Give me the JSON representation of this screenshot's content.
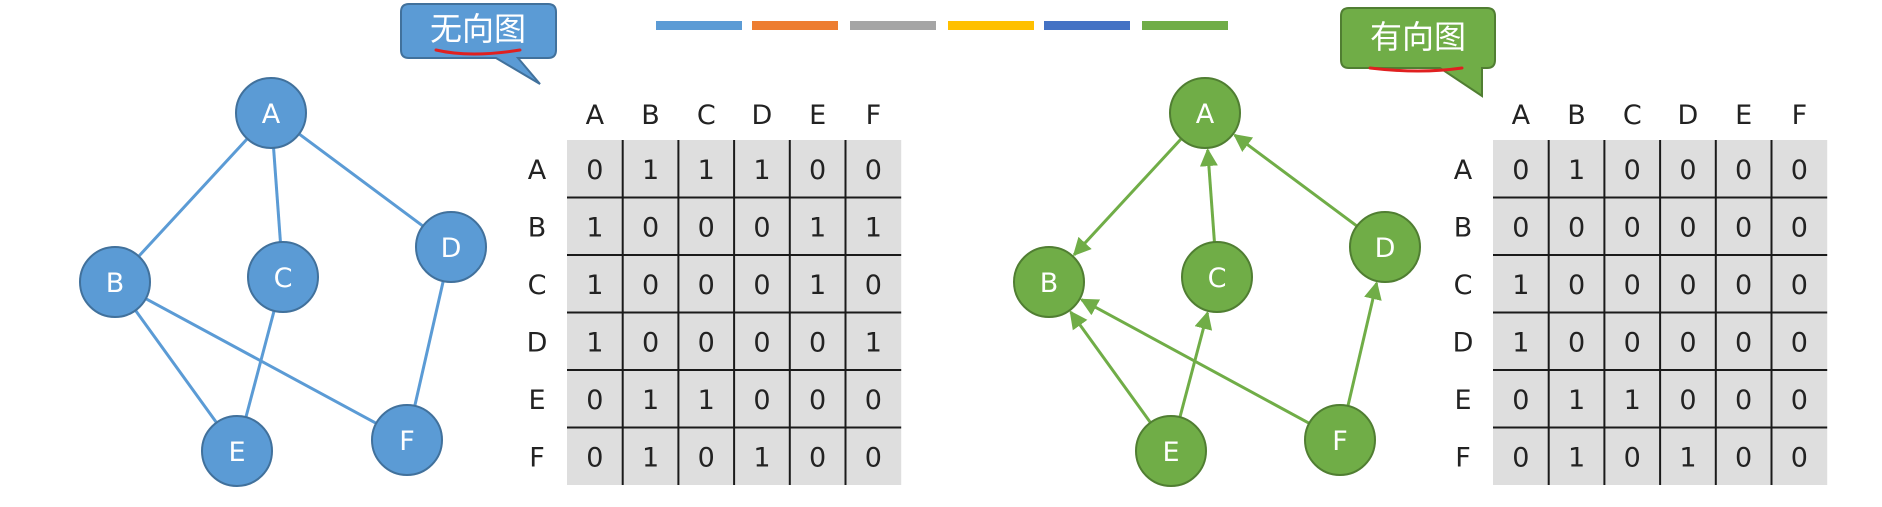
{
  "colors": {
    "undirected": "#5b9bd5",
    "undirected_dark": "#41719c",
    "directed": "#70ad47",
    "directed_dark": "#507e32",
    "cell_bg": "#dedede",
    "underline": "#e02020",
    "palette": [
      "#5b9bd5",
      "#ed7d31",
      "#a5a5a5",
      "#ffc000",
      "#4472c4",
      "#70ad47"
    ]
  },
  "undirected": {
    "label": "无向图",
    "nodes": [
      "A",
      "B",
      "C",
      "D",
      "E",
      "F"
    ],
    "edges": [
      [
        "A",
        "B"
      ],
      [
        "A",
        "C"
      ],
      [
        "A",
        "D"
      ],
      [
        "B",
        "E"
      ],
      [
        "B",
        "F"
      ],
      [
        "C",
        "E"
      ],
      [
        "D",
        "F"
      ]
    ],
    "headers": [
      "A",
      "B",
      "C",
      "D",
      "E",
      "F"
    ],
    "matrix": [
      [
        0,
        1,
        1,
        1,
        0,
        0
      ],
      [
        1,
        0,
        0,
        0,
        1,
        1
      ],
      [
        1,
        0,
        0,
        0,
        1,
        0
      ],
      [
        1,
        0,
        0,
        0,
        0,
        1
      ],
      [
        0,
        1,
        1,
        0,
        0,
        0
      ],
      [
        0,
        1,
        0,
        1,
        0,
        0
      ]
    ]
  },
  "directed": {
    "label": "有向图",
    "nodes": [
      "A",
      "B",
      "C",
      "D",
      "E",
      "F"
    ],
    "edges": [
      [
        "A",
        "B"
      ],
      [
        "C",
        "A"
      ],
      [
        "D",
        "A"
      ],
      [
        "E",
        "B"
      ],
      [
        "E",
        "C"
      ],
      [
        "F",
        "B"
      ],
      [
        "F",
        "D"
      ]
    ],
    "headers": [
      "A",
      "B",
      "C",
      "D",
      "E",
      "F"
    ],
    "matrix": [
      [
        0,
        1,
        0,
        0,
        0,
        0
      ],
      [
        0,
        0,
        0,
        0,
        0,
        0
      ],
      [
        1,
        0,
        0,
        0,
        0,
        0
      ],
      [
        1,
        0,
        0,
        0,
        0,
        0
      ],
      [
        0,
        1,
        1,
        0,
        0,
        0
      ],
      [
        0,
        1,
        0,
        1,
        0,
        0
      ]
    ]
  }
}
